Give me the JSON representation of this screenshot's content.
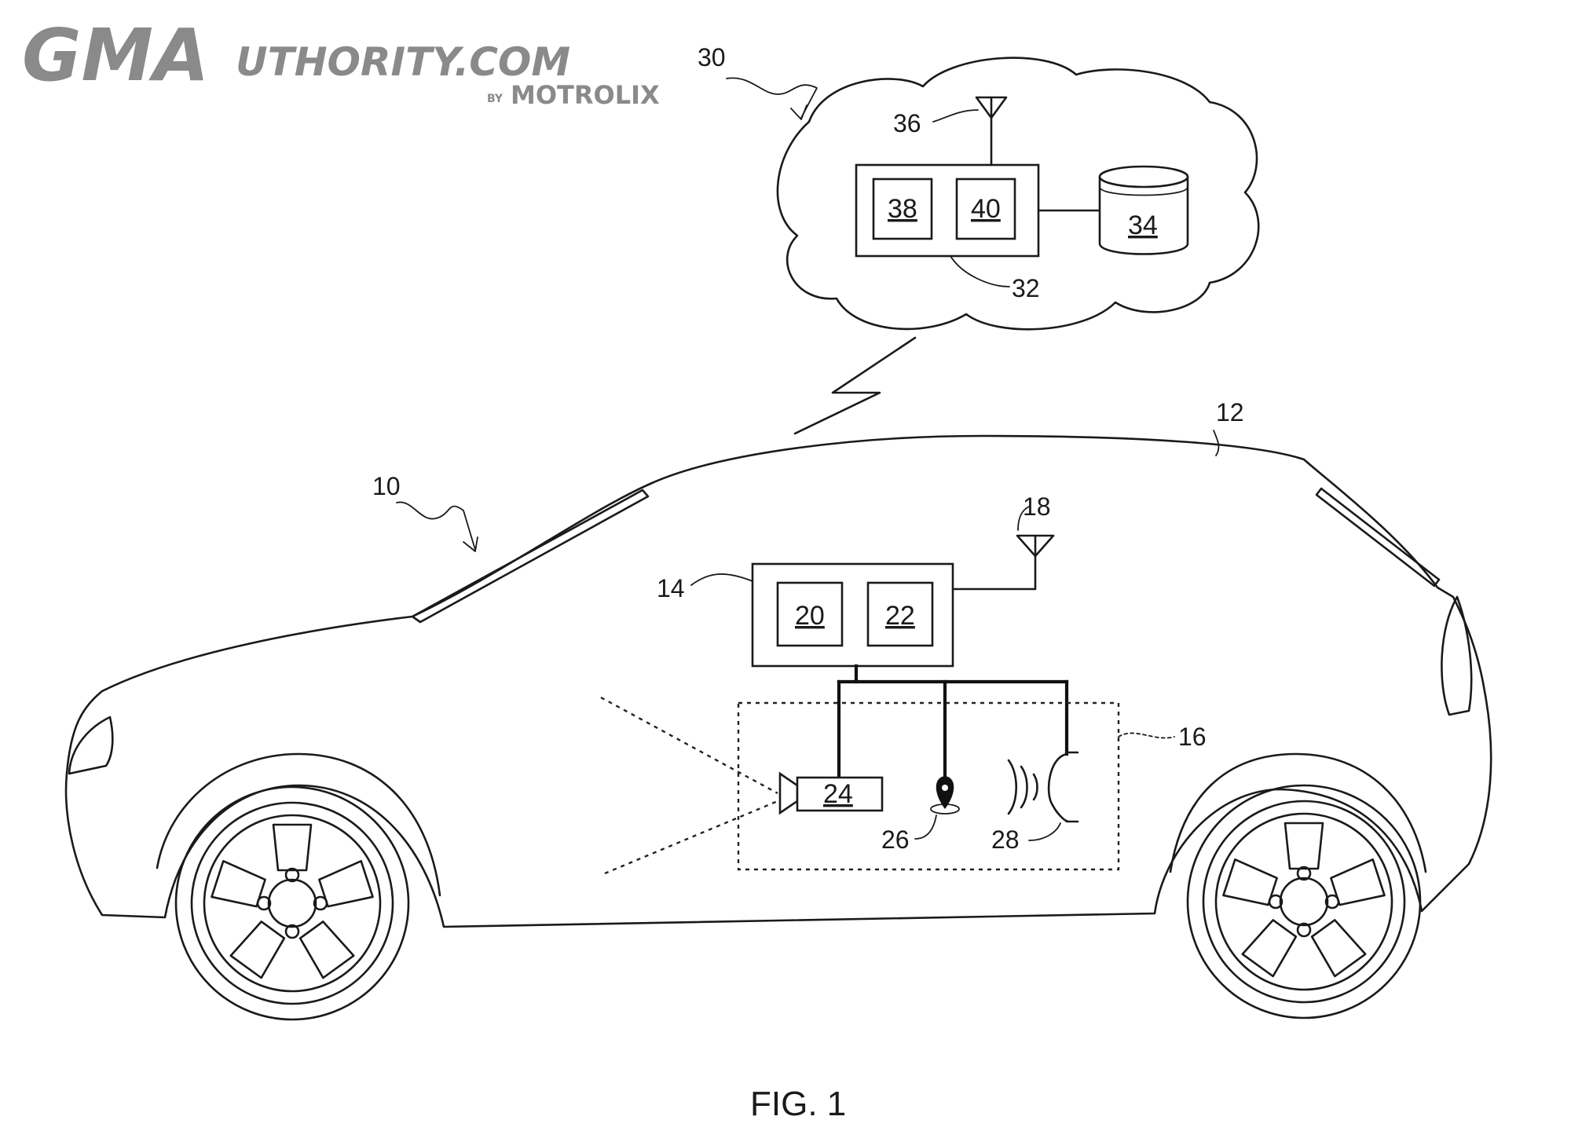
{
  "watermark": {
    "brand_big": "GMA",
    "brand_rest": "UTHORITY.COM",
    "by": "BY",
    "sub": "MOTROLIX"
  },
  "labels": {
    "cloud": "30",
    "server": "32",
    "database": "34",
    "server_antenna": "36",
    "server_module_a": "38",
    "server_module_b": "40",
    "system": "10",
    "vehicle": "12",
    "controller": "14",
    "sensor_group": "16",
    "vehicle_antenna": "18",
    "controller_module_a": "20",
    "controller_module_b": "22",
    "camera": "24",
    "gps": "26",
    "speaker": "28"
  },
  "caption": "FIG. 1"
}
